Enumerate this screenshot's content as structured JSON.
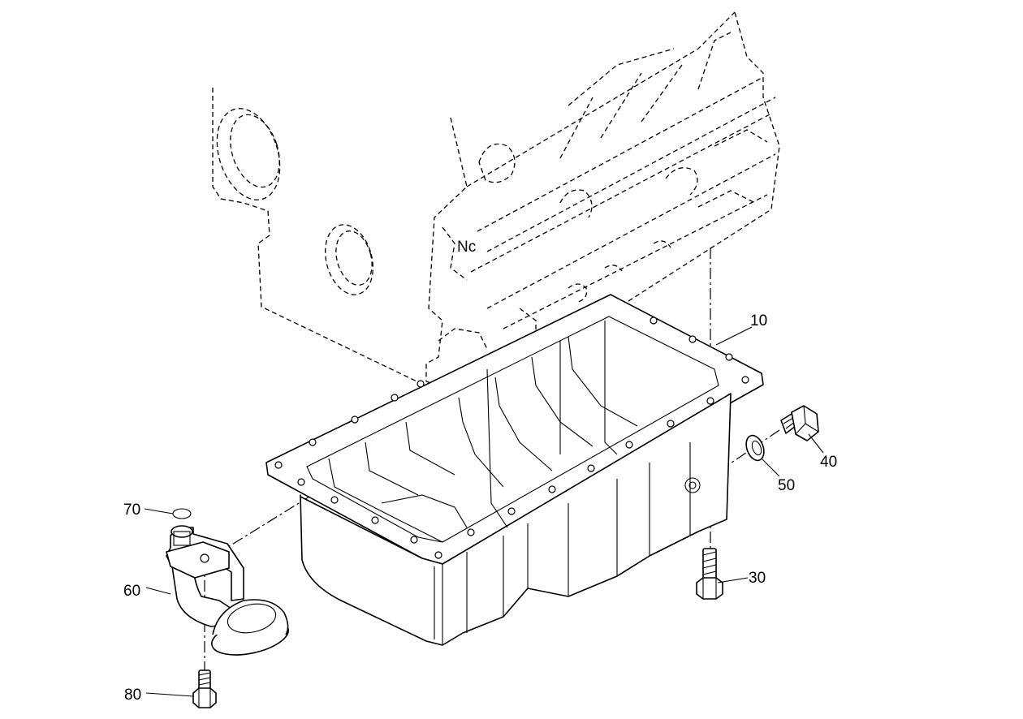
{
  "callouts": [
    {
      "id": "10",
      "label": "10",
      "part": "oil-pan"
    },
    {
      "id": "30",
      "label": "30",
      "part": "pan-bolt"
    },
    {
      "id": "40",
      "label": "40",
      "part": "drain-plug"
    },
    {
      "id": "50",
      "label": "50",
      "part": "drain-plug-washer"
    },
    {
      "id": "60",
      "label": "60",
      "part": "oil-strainer"
    },
    {
      "id": "70",
      "label": "70",
      "part": "o-ring"
    },
    {
      "id": "80",
      "label": "80",
      "part": "strainer-bolt"
    }
  ]
}
